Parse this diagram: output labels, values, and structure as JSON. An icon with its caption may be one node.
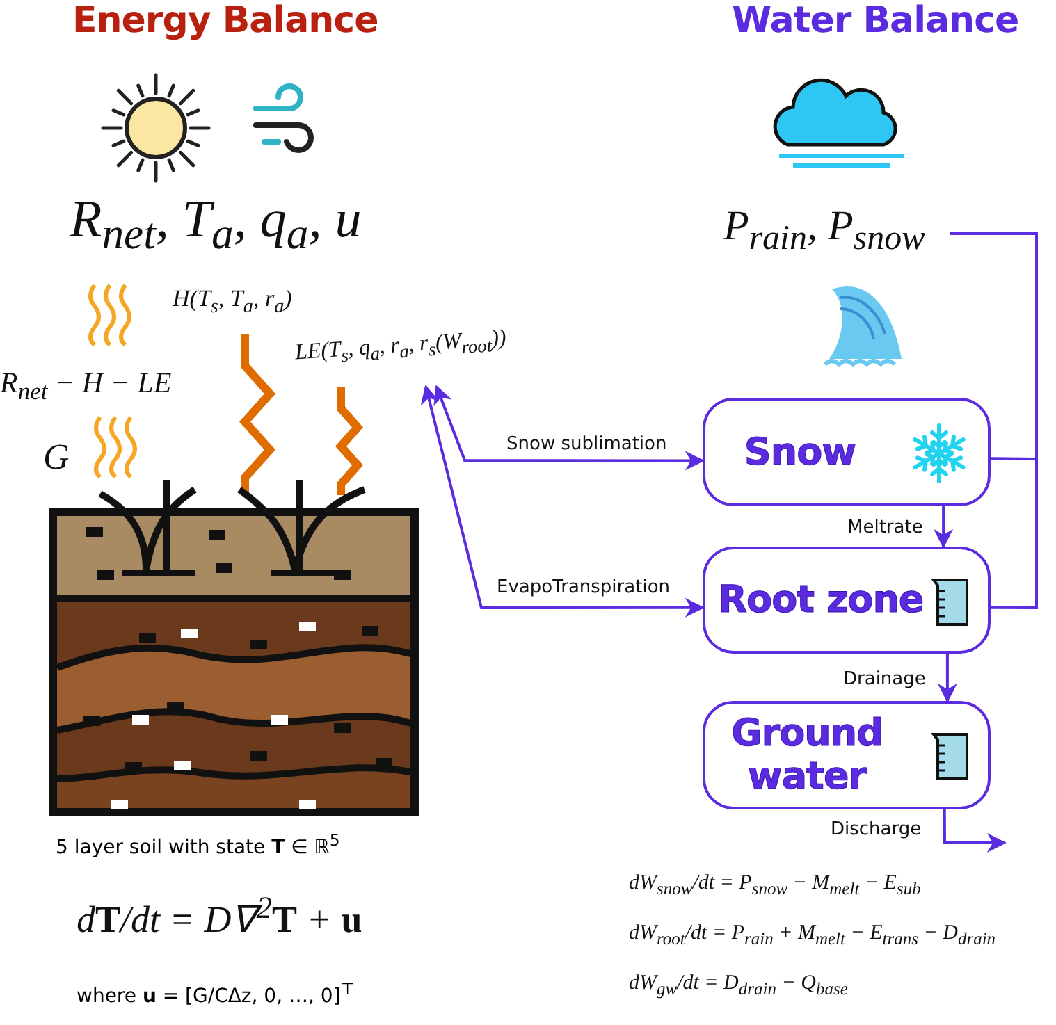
{
  "diagram": {
    "nodes": [
      {
        "text": [
          "P$_{rain}$, P$_{snow}$"
        ]
      },
      {
        "text": [
          "LE(T$_{s}$, q$_{a}$, r$_{a}$, r$_{s}$(W$_{root}$))"
        ]
      },
      {
        "text": [
          "Snow"
        ]
      },
      {
        "text": [
          "Root zone"
        ]
      },
      {
        "text": [
          "Ground water"
        ]
      }
    ],
    "edges": [
      {
        "from": 2,
        "to": 1,
        "arrow": "both",
        "label": "Snow sublimation"
      },
      {
        "from": 3,
        "to": 1,
        "arrow": "both",
        "label": "EvapoTranspiration"
      },
      {
        "from": 0,
        "to": 2,
        "arrow": "none"
      },
      {
        "from": 0,
        "to": 3,
        "arrow": "none"
      },
      {
        "from": 2,
        "to": 3,
        "arrow": "to",
        "label": "Meltrate"
      },
      {
        "from": 3,
        "to": 4,
        "arrow": "to",
        "label": "Drainage"
      },
      {
        "from": 4,
        "to": null,
        "arrow": "to",
        "label": "Discharge"
      }
    ],
    "labels": [
      "Energy Balance",
      "Water Balance",
      "R$_{net}$, T$_{a}$, q$_{a}$, u",
      "H(T$_{s}$, T$_{a}$, r$_{a}$)",
      "R$_{net}$ − H − LE",
      "G",
      "5 layer soil with state **T** ∈ ℝ$^{5}$",
      "d**T**/dt = D∇$^{2}$**T** + **u**",
      "where **u** = [G/CΔz, 0, …, 0]$^{⊤}$",
      "dW$_{snow}$/dt = P$_{snow}$ − M$_{melt}$ − E$_{sub}$",
      "dW$_{root}$/dt = P$_{rain}$ + M$_{melt}$ − E$_{trans}$ − D$_{drain}$",
      "dW$_{gw}$/dt = D$_{drain}$ − Q$_{base}$"
    ]
  }
}
